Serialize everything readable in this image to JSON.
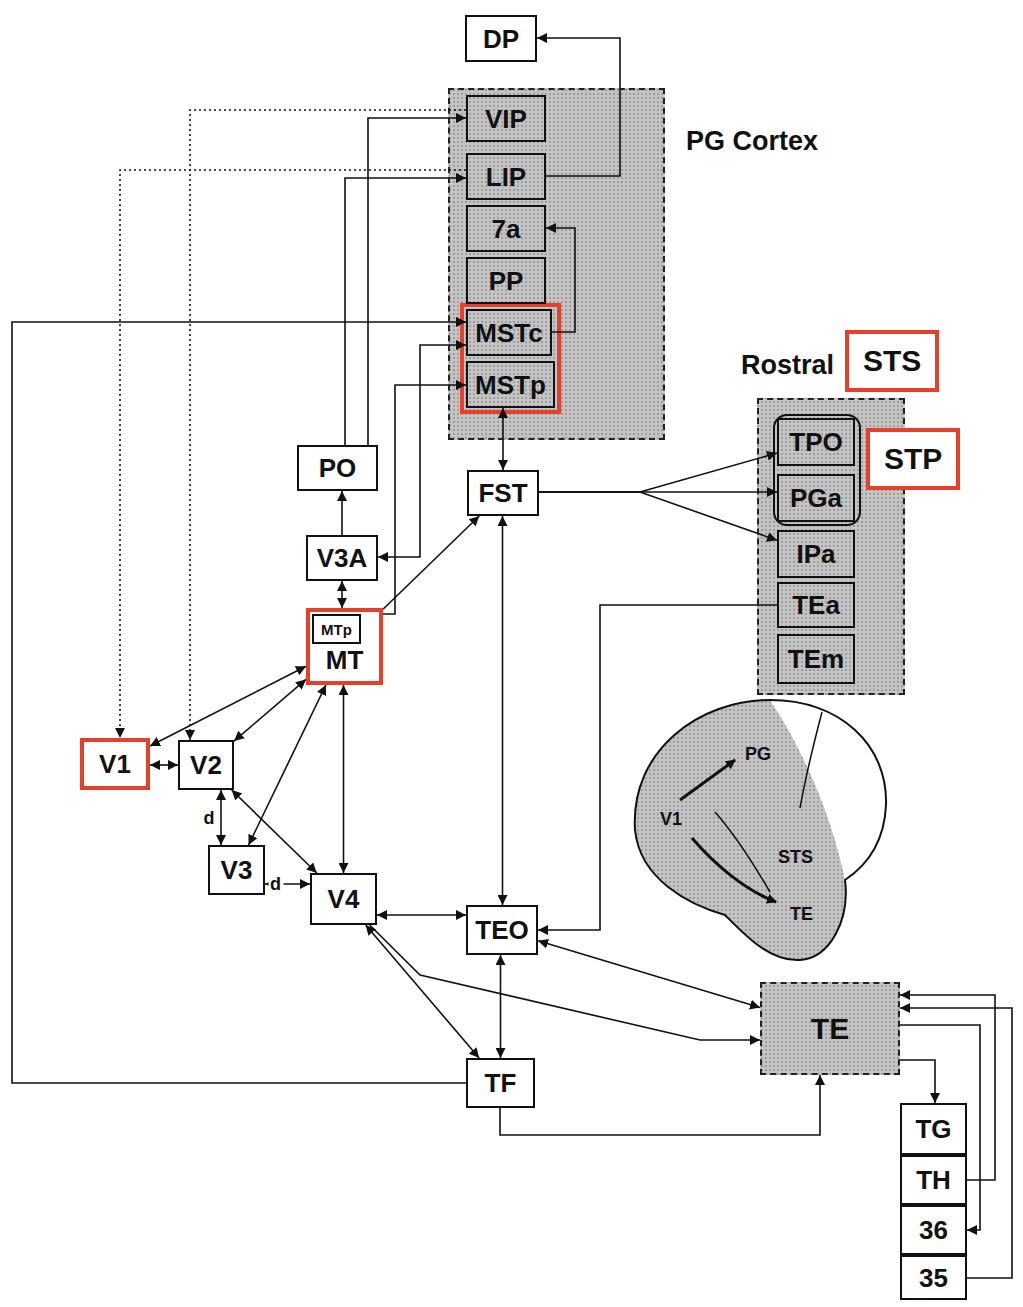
{
  "diagram": {
    "nodes": [
      {
        "text": [
          "DP"
        ]
      },
      {
        "text": [
          "PG Cortex"
        ]
      },
      {
        "text": [
          "VIP"
        ],
        "in": 1
      },
      {
        "text": [
          "LIP"
        ],
        "in": 1
      },
      {
        "text": [
          "7a"
        ],
        "in": 1
      },
      {
        "text": [
          "PP"
        ],
        "in": 1
      },
      {
        "text": [
          "MSTc"
        ],
        "in": 1
      },
      {
        "text": [
          "MSTp"
        ],
        "in": 1
      },
      {
        "text": [
          "Rostral",
          "STS"
        ]
      },
      {
        "text": [
          "STP"
        ],
        "in": 8
      },
      {
        "text": [
          "TPO"
        ],
        "in": 9
      },
      {
        "text": [
          "PGa"
        ],
        "in": 9
      },
      {
        "text": [
          "IPa"
        ],
        "in": 8
      },
      {
        "text": [
          "TEa"
        ],
        "in": 8
      },
      {
        "text": [
          "TEm"
        ],
        "in": 8
      },
      {
        "text": [
          "PO"
        ]
      },
      {
        "text": [
          "FST"
        ]
      },
      {
        "text": [
          "V3A"
        ]
      },
      {
        "text": [
          "MT"
        ]
      },
      {
        "text": [
          "MTp"
        ],
        "in": 18
      },
      {
        "text": [
          "V1"
        ]
      },
      {
        "text": [
          "V2"
        ]
      },
      {
        "text": [
          "V3"
        ]
      },
      {
        "text": [
          "V4"
        ]
      },
      {
        "text": [
          "TEO"
        ]
      },
      {
        "text": [
          "TF"
        ]
      },
      {
        "text": [
          "TE"
        ]
      },
      {
        "text": [
          "TG"
        ]
      },
      {
        "text": [
          "TH"
        ]
      },
      {
        "text": [
          "36"
        ]
      },
      {
        "text": [
          "35"
        ]
      }
    ],
    "edges": [
      {
        "from": 20,
        "to": 21,
        "arrow": "both"
      },
      {
        "from": 20,
        "to": 18,
        "arrow": "both"
      },
      {
        "from": 21,
        "to": 22,
        "label": "d",
        "arrow": "both"
      },
      {
        "from": 21,
        "to": 18,
        "arrow": "both"
      },
      {
        "from": 21,
        "to": 23,
        "arrow": "both"
      },
      {
        "from": 22,
        "to": 18,
        "arrow": "both"
      },
      {
        "from": 22,
        "to": 23,
        "label": "d",
        "arrow": "both"
      },
      {
        "from": 23,
        "to": 18,
        "arrow": "both"
      },
      {
        "from": 18,
        "to": 17,
        "arrow": "both"
      },
      {
        "from": 17,
        "to": 15,
        "arrow": "to"
      },
      {
        "from": 18,
        "to": 16,
        "arrow": "to"
      },
      {
        "from": 18,
        "to": 7,
        "arrow": "to"
      },
      {
        "from": 16,
        "to": 7,
        "arrow": "both"
      },
      {
        "from": 16,
        "to": 24,
        "arrow": "both"
      },
      {
        "from": 23,
        "to": 24,
        "arrow": "both"
      },
      {
        "from": 23,
        "to": 25,
        "arrow": "both"
      },
      {
        "from": 24,
        "to": 25,
        "arrow": "both"
      },
      {
        "from": 24,
        "to": 26,
        "arrow": "both"
      },
      {
        "from": 23,
        "to": 26,
        "arrow": "to"
      },
      {
        "from": 25,
        "to": 26,
        "arrow": "to"
      },
      {
        "from": 26,
        "to": 27,
        "arrow": "to"
      },
      {
        "from": 28,
        "to": 26,
        "arrow": "to"
      },
      {
        "from": 26,
        "to": 29,
        "arrow": "to"
      },
      {
        "from": 30,
        "to": 26,
        "arrow": "to"
      },
      {
        "from": 16,
        "to": 10,
        "arrow": "to"
      },
      {
        "from": 16,
        "to": 11,
        "arrow": "to"
      },
      {
        "from": 16,
        "to": 12,
        "arrow": "to"
      },
      {
        "from": 13,
        "to": 24,
        "arrow": "to"
      },
      {
        "from": 15,
        "to": 3,
        "arrow": "to"
      },
      {
        "from": 15,
        "to": 2,
        "arrow": "to"
      },
      {
        "from": 3,
        "to": 0,
        "arrow": "to"
      },
      {
        "from": 25,
        "to": 6,
        "arrow": "to"
      },
      {
        "from": 2,
        "to": 21,
        "arrow": "to"
      },
      {
        "from": 3,
        "to": 20,
        "arrow": "to"
      },
      {
        "from": 6,
        "to": 4,
        "arrow": "to"
      },
      {
        "from": 17,
        "to": 6,
        "arrow": "both"
      }
    ],
    "labels": [
      "PG",
      "V1",
      "STS",
      "TE"
    ]
  }
}
